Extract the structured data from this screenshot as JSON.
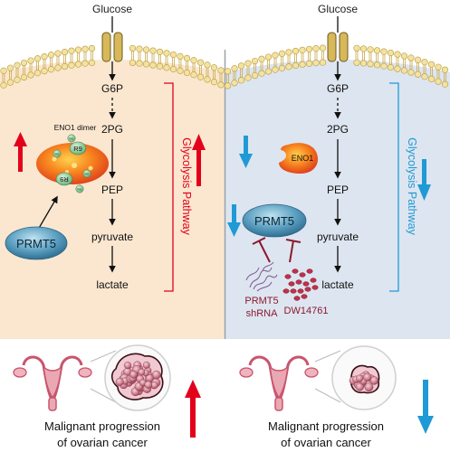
{
  "colors": {
    "left_bg": "#fbe7d0",
    "right_bg": "#dde5f0",
    "up_red": "#e3001b",
    "down_blue": "#1f9ad6",
    "inhibitor_dark": "#8b1a2e",
    "membrane_head": "#f3e3a0",
    "prmt5_fill": "#5b9fc0"
  },
  "left": {
    "glucose": "Glucose",
    "metabolites": [
      "G6P",
      "2PG",
      "PEP",
      "pyruvate",
      "lactate"
    ],
    "pathway": "Glycolysis Pathway",
    "eno1_dimer": "ENO1 dimer",
    "r9_top": "R9",
    "r9_bottom": "R9",
    "me": "Me",
    "prmt5": "PRMT5",
    "outcome_line1": "Malignant progression",
    "outcome_line2": "of ovarian cancer",
    "icons": [
      "up-arrow-icon",
      "uterus-icon",
      "tumor-icon"
    ]
  },
  "right": {
    "glucose": "Glucose",
    "metabolites": [
      "G6P",
      "2PG",
      "PEP",
      "pyruvate",
      "lactate"
    ],
    "pathway": "Glycolysis Pathway",
    "eno1": "ENO1",
    "prmt5": "PRMT5",
    "shrna_line1": "PRMT5",
    "shrna_line2": "shRNA",
    "drug": "DW14761",
    "outcome_line1": "Malignant progression",
    "outcome_line2": "of ovarian cancer",
    "icons": [
      "down-arrow-icon",
      "uterus-icon",
      "tumor-icon"
    ]
  }
}
